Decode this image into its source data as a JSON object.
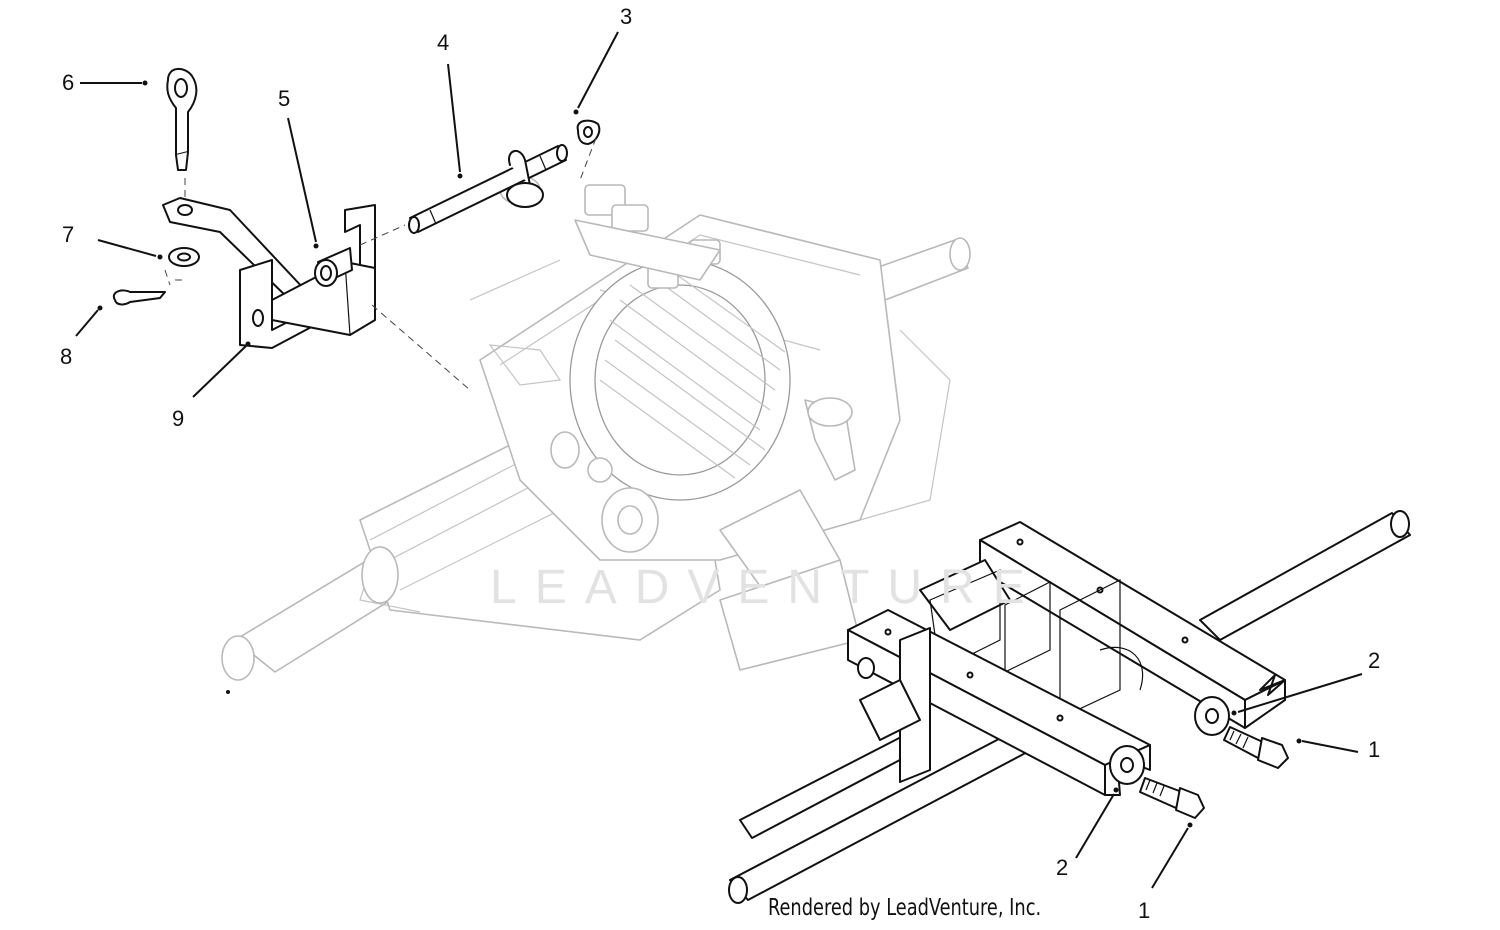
{
  "diagram": {
    "watermark": "LEADVENTURE",
    "credit": "Rendered by LeadVenture, Inc.",
    "callouts": {
      "c1a": "1",
      "c1b": "1",
      "c2a": "2",
      "c2b": "2",
      "c3": "3",
      "c4": "4",
      "c5": "5",
      "c6": "6",
      "c7": "7",
      "c8": "8",
      "c9": "9"
    }
  }
}
